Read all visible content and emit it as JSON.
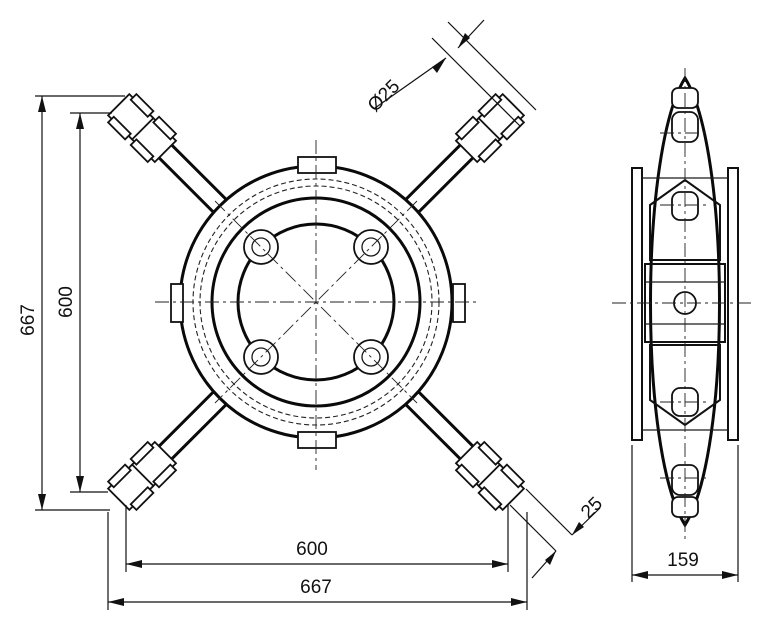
{
  "dimensions": {
    "dim_600_horizontal": "600",
    "dim_667_horizontal": "667",
    "dim_600_vertical": "600",
    "dim_667_vertical": "667",
    "dim_diameter_25": "Ø25",
    "dim_25": "25",
    "dim_159": "159"
  }
}
